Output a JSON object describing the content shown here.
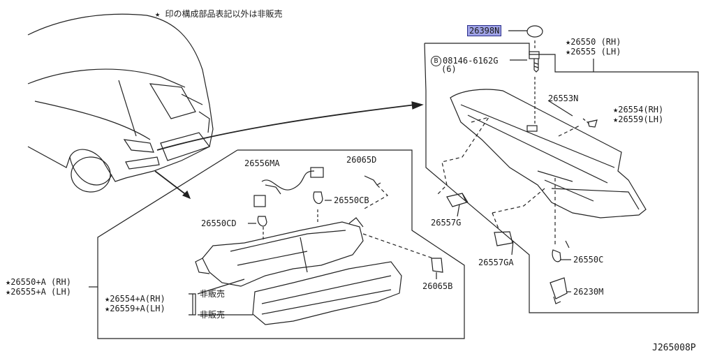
{
  "header_note": "★ 印の構成部品表記以外は非販売",
  "diagram_code": "J265008P",
  "parts": {
    "p26398N": "26398N",
    "p08146": "08146-6162G",
    "p08146_qty": "(6)",
    "bolt_mark": "B",
    "p26550": "★26550 (RH)",
    "p26555": "★26555 (LH)",
    "p26553N": "26553N",
    "p26554": "★26554(RH)",
    "p26559": "★26559(LH)",
    "p26556MA": "26556MA",
    "p26065D": "26065D",
    "p26550CB": "26550CB",
    "p26550CD": "26550CD",
    "p26557G": "26557G",
    "p26557GA": "26557GA",
    "p26550C": "26550C",
    "p26230M": "26230M",
    "p26065B": "26065B",
    "p26550A": "★26550+A (RH)",
    "p26555A": "★26555+A (LH)",
    "p26554A": "★26554+A(RH)",
    "p26559A": "★26559+A(LH)",
    "not_for_sale_1": "非販売",
    "not_for_sale_2": "非販売"
  }
}
